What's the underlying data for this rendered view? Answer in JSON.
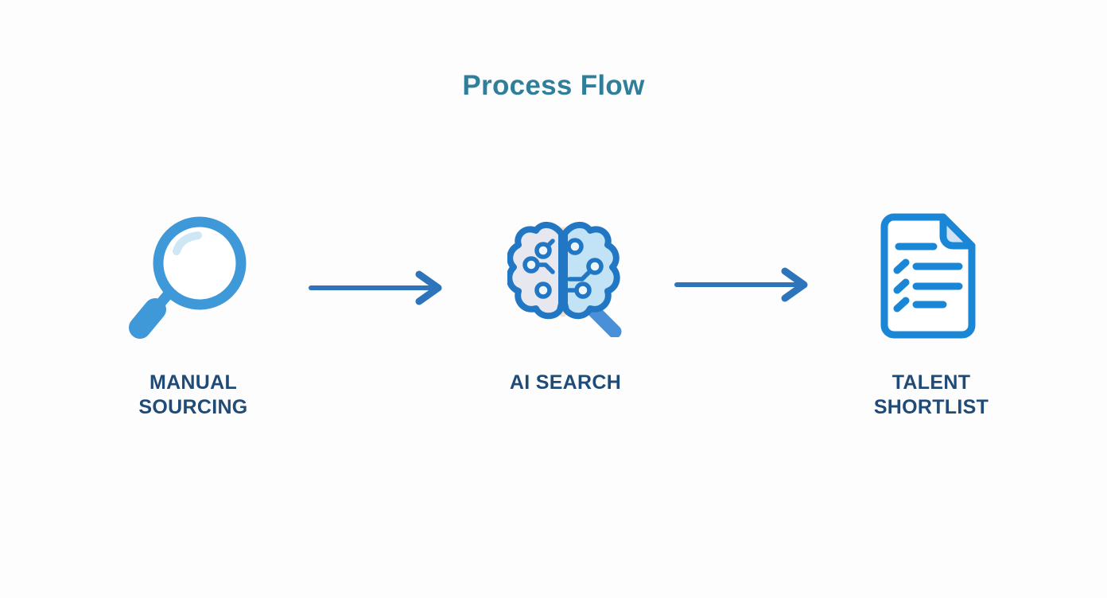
{
  "title": {
    "text": "Process Flow"
  },
  "stages": [
    {
      "name": "manual-sourcing",
      "icon": "magnifying-glass-icon",
      "label_lines": [
        "MANUAL",
        "SOURCING"
      ]
    },
    {
      "name": "ai-search",
      "icon": "ai-brain-magnifier-icon",
      "label_lines": [
        "AI SEARCH"
      ]
    },
    {
      "name": "talent-shortlist",
      "icon": "document-checklist-icon",
      "label_lines": [
        "TALENT",
        "SHORTLIST"
      ]
    }
  ],
  "connectors": [
    {
      "name": "arrow-1",
      "type": "right-arrow"
    },
    {
      "name": "arrow-2",
      "type": "right-arrow"
    }
  ],
  "colors": {
    "title_color": "#2f7e9a",
    "label_color": "#1f4b76",
    "arrow_color": "#2e74ba",
    "magnifier_blue": "#3f98d7",
    "lens_highlight": "#cee7f4",
    "brain_outline": "#2277c4",
    "brain_left_fill": "#e6e7ef",
    "brain_right_fill": "#c2e2f5",
    "brain_gap": "#f5e0c8",
    "node_fill": "#eef6fc",
    "handle_blue": "#4a90d9",
    "document_blue": "#1a87d6",
    "fold_fill": "#cfe3f5",
    "background": "#fdfdfd"
  }
}
